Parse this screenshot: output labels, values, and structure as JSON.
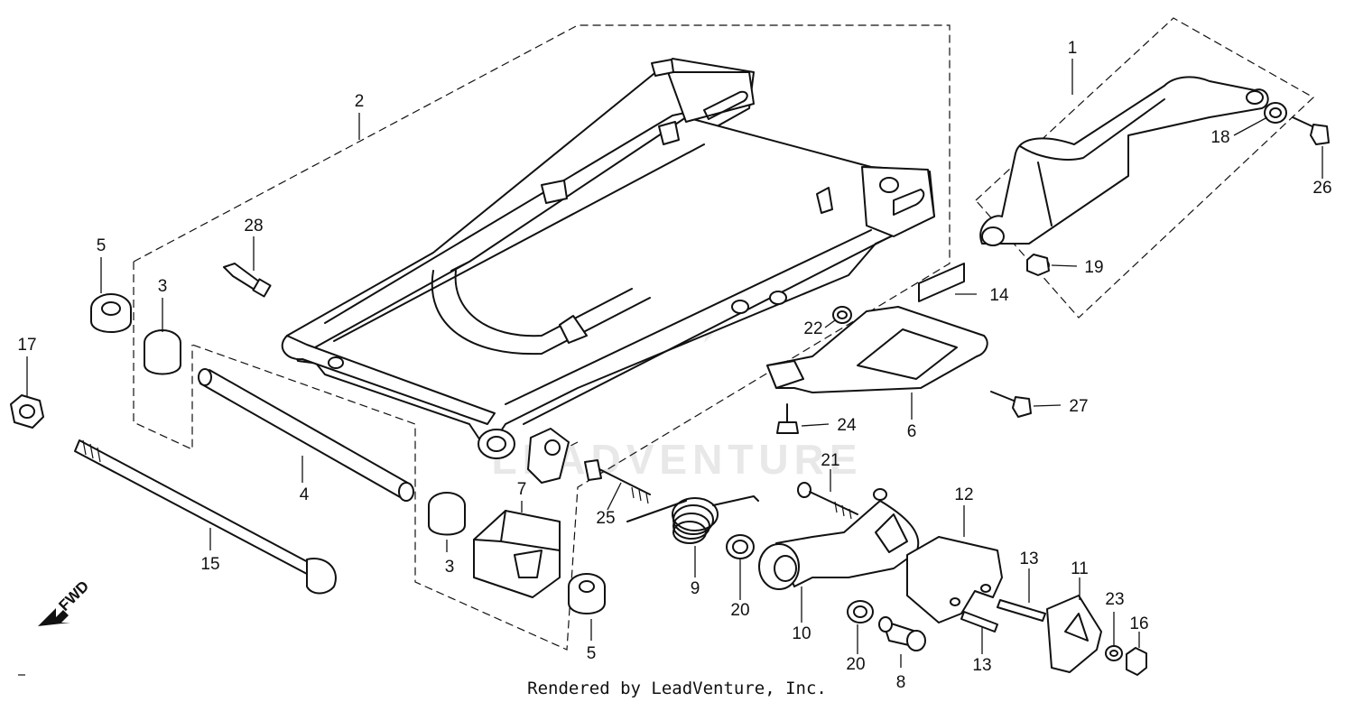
{
  "diagram": {
    "footer": "Rendered by LeadVenture, Inc.",
    "watermark": "LEADVENTURE",
    "direction_label": "FWD",
    "part_labels": [
      {
        "id": "p1",
        "text": "1"
      },
      {
        "id": "p2",
        "text": "2"
      },
      {
        "id": "p3a",
        "text": "3"
      },
      {
        "id": "p3b",
        "text": "3"
      },
      {
        "id": "p4",
        "text": "4"
      },
      {
        "id": "p5a",
        "text": "5"
      },
      {
        "id": "p5b",
        "text": "5"
      },
      {
        "id": "p6",
        "text": "6"
      },
      {
        "id": "p7",
        "text": "7"
      },
      {
        "id": "p8",
        "text": "8"
      },
      {
        "id": "p9",
        "text": "9"
      },
      {
        "id": "p10",
        "text": "10"
      },
      {
        "id": "p11",
        "text": "11"
      },
      {
        "id": "p12",
        "text": "12"
      },
      {
        "id": "p13a",
        "text": "13"
      },
      {
        "id": "p13b",
        "text": "13"
      },
      {
        "id": "p14",
        "text": "14"
      },
      {
        "id": "p15",
        "text": "15"
      },
      {
        "id": "p16",
        "text": "16"
      },
      {
        "id": "p17",
        "text": "17"
      },
      {
        "id": "p18",
        "text": "18"
      },
      {
        "id": "p19",
        "text": "19"
      },
      {
        "id": "p20a",
        "text": "20"
      },
      {
        "id": "p20b",
        "text": "20"
      },
      {
        "id": "p21",
        "text": "21"
      },
      {
        "id": "p22",
        "text": "22"
      },
      {
        "id": "p23",
        "text": "23"
      },
      {
        "id": "p24",
        "text": "24"
      },
      {
        "id": "p25",
        "text": "25"
      },
      {
        "id": "p26",
        "text": "26"
      },
      {
        "id": "p27",
        "text": "27"
      },
      {
        "id": "p28",
        "text": "28"
      }
    ]
  }
}
